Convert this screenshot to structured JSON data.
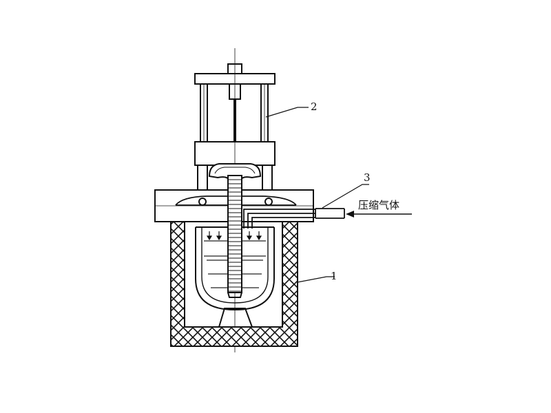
{
  "diagram": {
    "labels": {
      "furnace_label": "1",
      "mold_label": "2",
      "gas_tube_label": "3",
      "gas_inlet_text": "压缩气体"
    },
    "colors": {
      "ink": "#111111",
      "paper": "#ffffff",
      "liquid_lines": "#222222"
    }
  }
}
